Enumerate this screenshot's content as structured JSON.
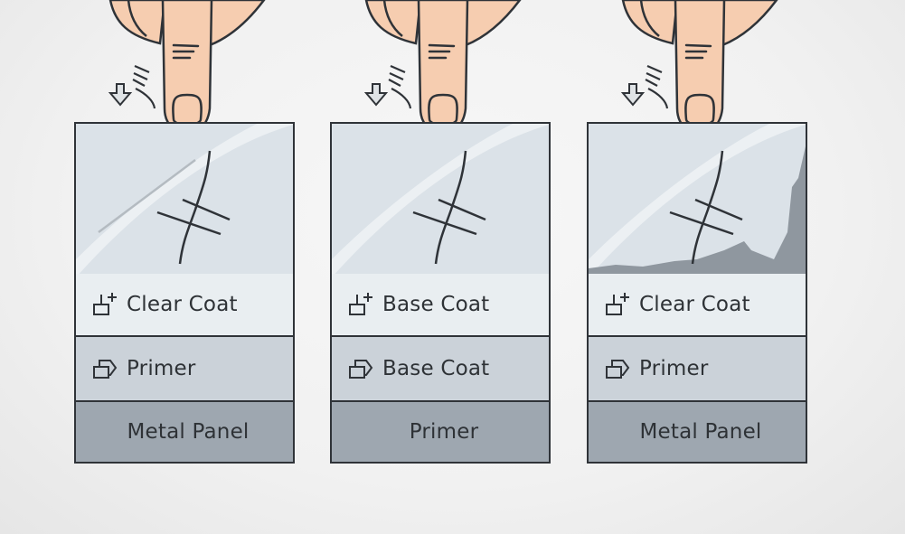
{
  "colors": {
    "background": "#f2f2f2",
    "outline": "#2f3338",
    "skin": "#f6cdb0",
    "surface": "#dbe2e8",
    "top_layer": "#e9eef1",
    "middle_layer": "#cbd2d9",
    "bottom_layer": "#9ea7b0",
    "peeled_area": "#8f979f"
  },
  "panels": [
    {
      "id": "panel-1",
      "surface_state": "intact with scratch highlight",
      "layers": [
        {
          "icon": "coat-add-icon",
          "label": "Clear Coat"
        },
        {
          "icon": "primer-shape-icon",
          "label": "Primer"
        },
        {
          "icon": null,
          "label": "Metal Panel"
        }
      ]
    },
    {
      "id": "panel-2",
      "surface_state": "intact",
      "layers": [
        {
          "icon": "coat-add-icon",
          "label": "Base Coat"
        },
        {
          "icon": "primer-shape-icon",
          "label": "Base Coat"
        },
        {
          "icon": null,
          "label": "Primer"
        }
      ]
    },
    {
      "id": "panel-3",
      "surface_state": "peeling at edges",
      "layers": [
        {
          "icon": "coat-add-icon",
          "label": "Clear Coat"
        },
        {
          "icon": "primer-shape-icon",
          "label": "Primer"
        },
        {
          "icon": null,
          "label": "Metal Panel"
        }
      ]
    }
  ]
}
